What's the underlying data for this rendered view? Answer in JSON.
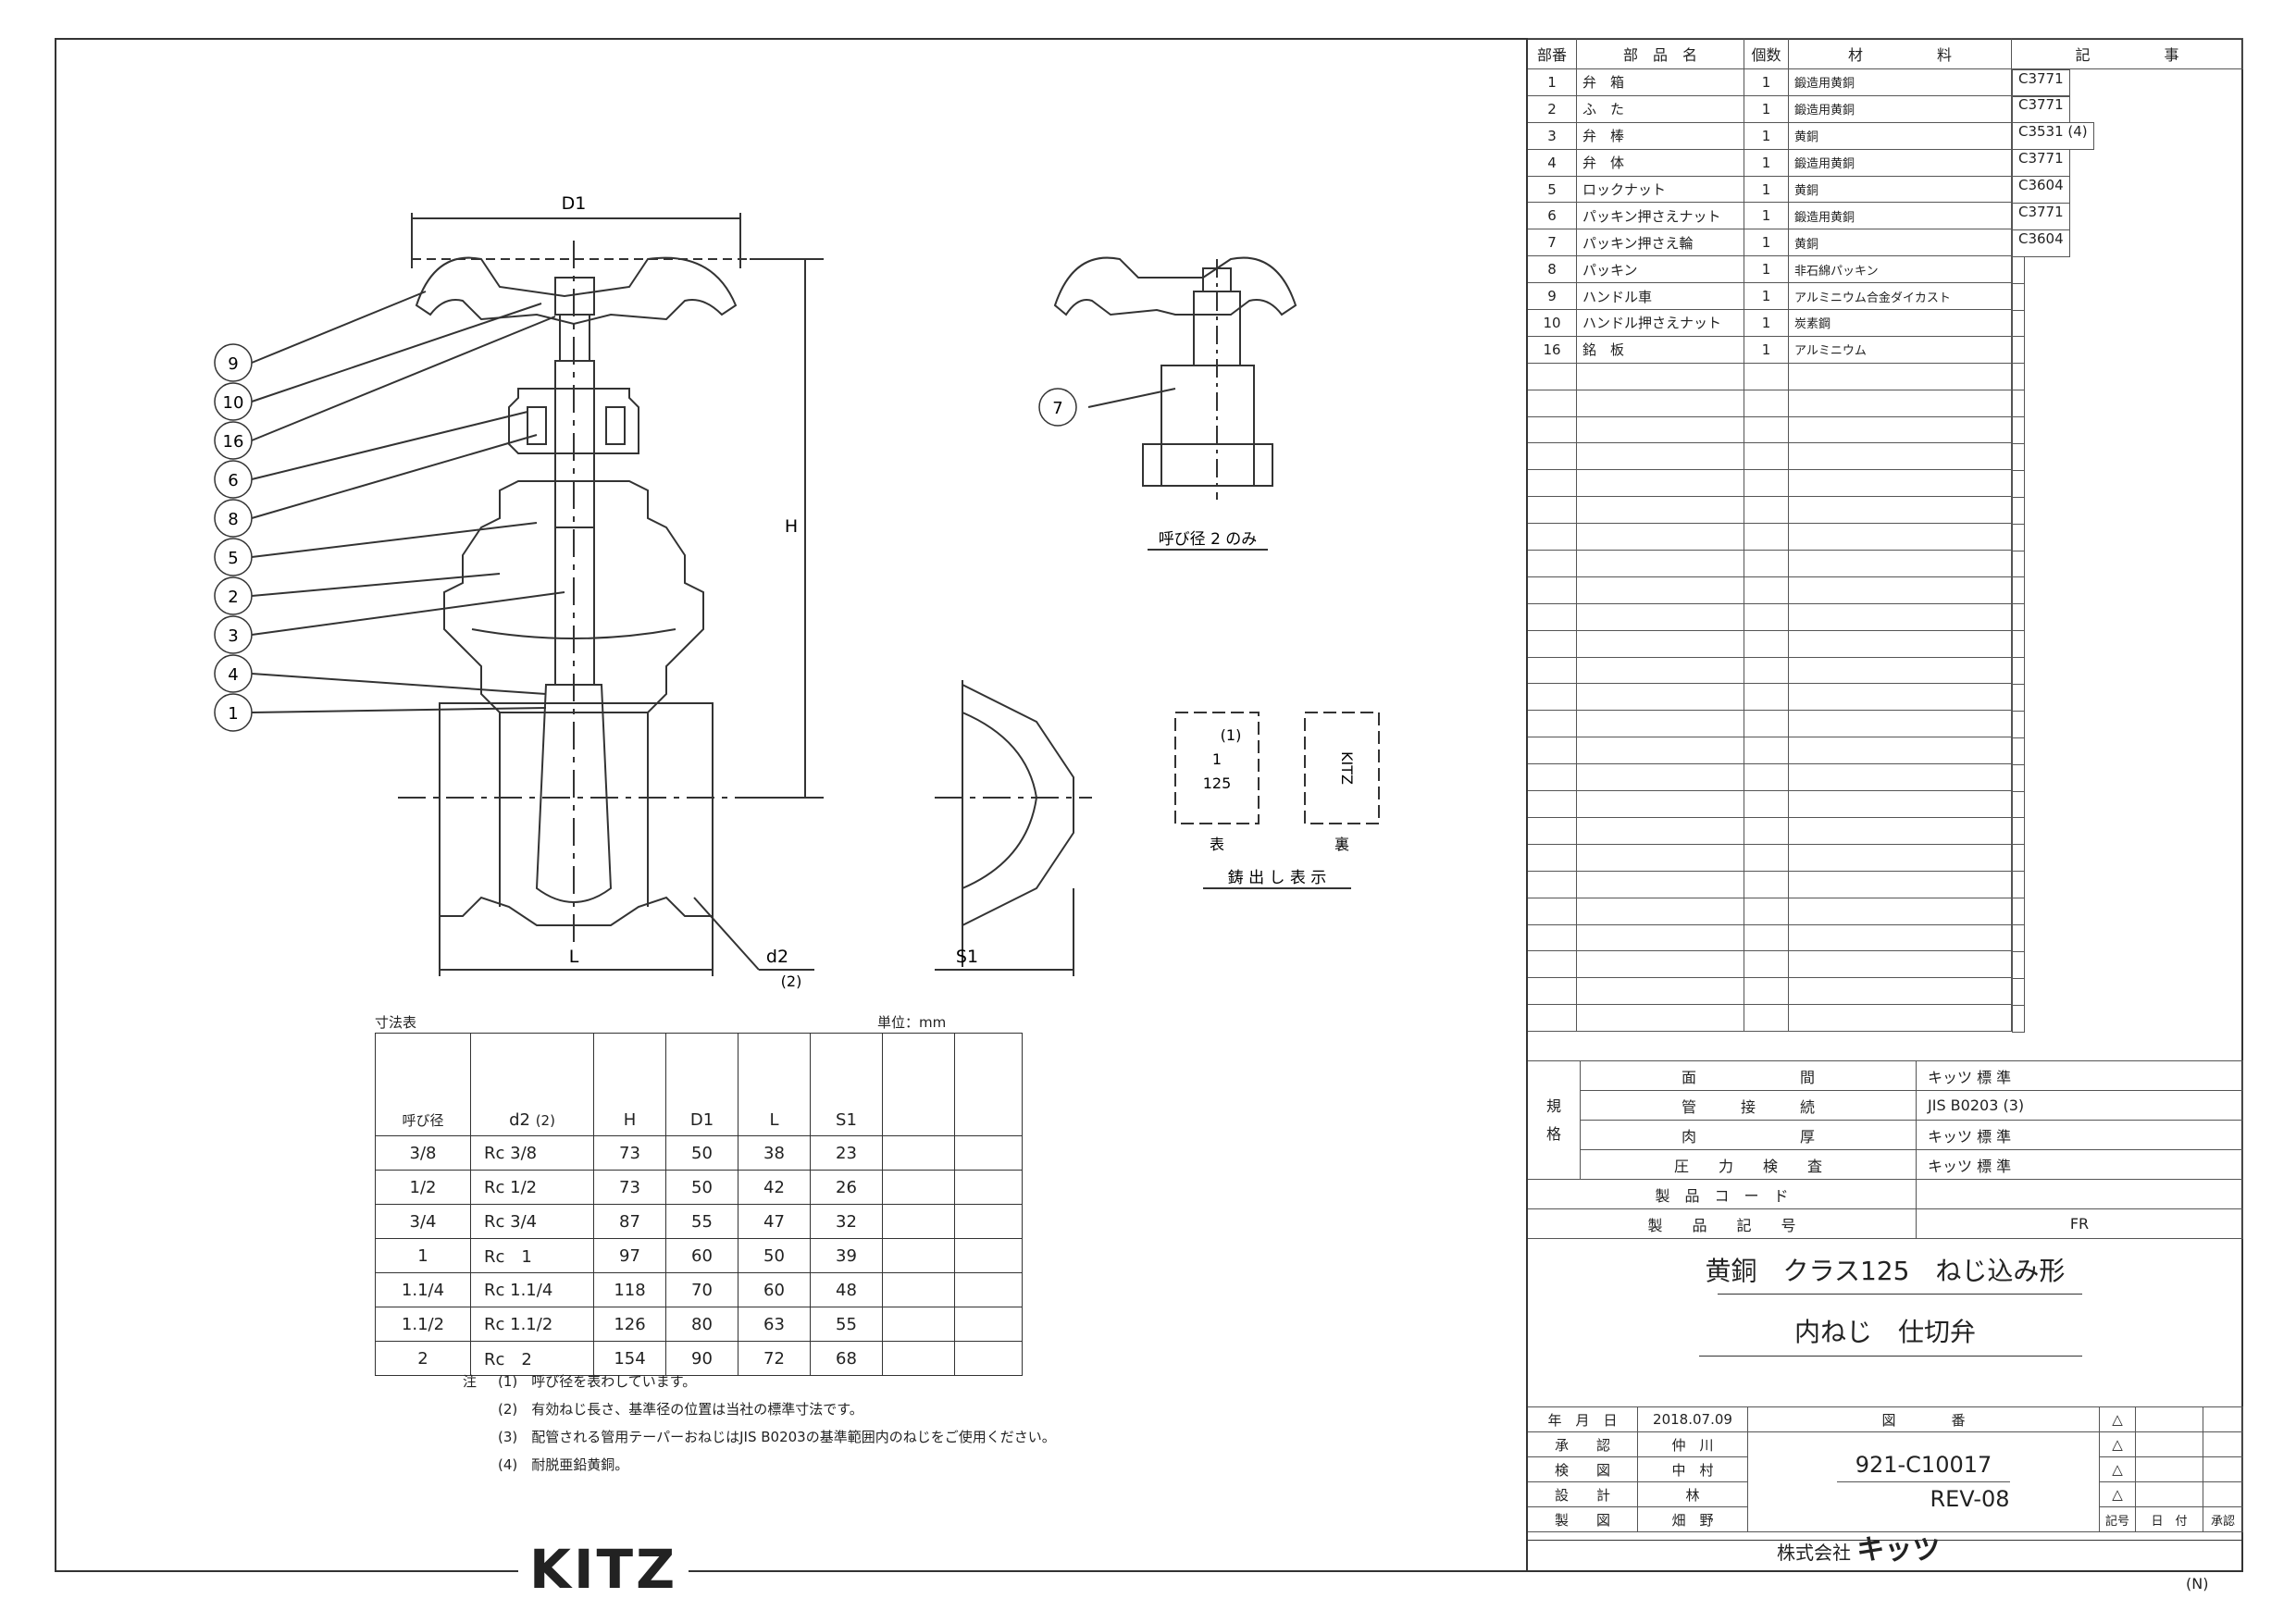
{
  "parts_table": {
    "headers": [
      "部番",
      "部　品　名",
      "個数",
      "材　　　　　料",
      "記　　　　　事"
    ],
    "rows": [
      {
        "no": "1",
        "name": "弁　箱",
        "qty": "1",
        "material": "鍛造用黄銅",
        "note": "C3771"
      },
      {
        "no": "2",
        "name": "ふ　た",
        "qty": "1",
        "material": "鍛造用黄銅",
        "note": "C3771"
      },
      {
        "no": "3",
        "name": "弁　棒",
        "qty": "1",
        "material": "黄銅",
        "note": "C3531 (4)"
      },
      {
        "no": "4",
        "name": "弁　体",
        "qty": "1",
        "material": "鍛造用黄銅",
        "note": "C3771"
      },
      {
        "no": "5",
        "name": "ロックナット",
        "qty": "1",
        "material": "黄銅",
        "note": "C3604"
      },
      {
        "no": "6",
        "name": "パッキン押さえナット",
        "qty": "1",
        "material": "鍛造用黄銅",
        "note": "C3771"
      },
      {
        "no": "7",
        "name": "パッキン押さえ輪",
        "qty": "1",
        "material": "黄銅",
        "note": "C3604"
      },
      {
        "no": "8",
        "name": "パッキン",
        "qty": "1",
        "material": "非石綿パッキン",
        "note": ""
      },
      {
        "no": "9",
        "name": "ハンドル車",
        "qty": "1",
        "material": "アルミニウム合金ダイカスト",
        "note": ""
      },
      {
        "no": "10",
        "name": "ハンドル押さえナット",
        "qty": "1",
        "material": "炭素鋼",
        "note": ""
      },
      {
        "no": "16",
        "name": "銘　板",
        "qty": "1",
        "material": "アルミニウム",
        "note": ""
      }
    ]
  },
  "spec": {
    "label": "規\n格",
    "rows": [
      {
        "item": "面　　　　　　　間",
        "value": "キッツ 標 準"
      },
      {
        "item": "管　　　接　　　続",
        "value": "JIS B0203 (3)"
      },
      {
        "item": "肉　　　　　　　厚",
        "value": "キッツ 標 準"
      },
      {
        "item": "圧　　力　　検　　査",
        "value": "キッツ 標 準"
      },
      {
        "item": "製　品　コ　ー　ド",
        "value": ""
      },
      {
        "item": "製　　品　　記　　号",
        "value": "FR"
      }
    ]
  },
  "title": {
    "line1": "黄銅　クラス125　ねじ込み形",
    "line2": "内ねじ　仕切弁"
  },
  "title_block": {
    "date_label": "年　月　日",
    "date": "2018.07.09",
    "approve_label": "承　　認",
    "approve": "仲　川",
    "check_label": "検　　図",
    "check": "中　村",
    "design_label": "設　　計",
    "design": "林",
    "draw_label": "製　　図",
    "draw": "畑　野",
    "drawing_no_label": "図　　　　番",
    "drawing_no": "921-C10017",
    "rev": "REV-08",
    "rev_cols": [
      "記号",
      "日　付",
      "承認"
    ],
    "company": "株式会社",
    "company_brand": "キッツ"
  },
  "dims_table": {
    "caption": "寸法表",
    "unit": "単位：mm",
    "headers": [
      "呼び径",
      "d2",
      "(2)",
      "H",
      "D1",
      "L",
      "S1"
    ],
    "rows": [
      [
        "3/8",
        "Rc 3/8",
        "73",
        "50",
        "38",
        "23"
      ],
      [
        "1/2",
        "Rc 1/2",
        "73",
        "50",
        "42",
        "26"
      ],
      [
        "3/4",
        "Rc 3/4",
        "87",
        "55",
        "47",
        "32"
      ],
      [
        "1",
        "Rc　1",
        "97",
        "60",
        "50",
        "39"
      ],
      [
        "1.1/4",
        "Rc 1.1/4",
        "118",
        "70",
        "60",
        "48"
      ],
      [
        "1.1/2",
        "Rc 1.1/2",
        "126",
        "80",
        "63",
        "55"
      ],
      [
        "2",
        "Rc　2",
        "154",
        "90",
        "72",
        "68"
      ]
    ]
  },
  "notes": {
    "prefix": "注",
    "items": [
      "(1)　呼び径を表わしています。",
      "(2)　有効ねじ長さ、基準径の位置は当社の標準寸法です。",
      "(3)　配管される管用テーパーおねじはJIS B0203の基準範囲内のねじをご使用ください。",
      "(4)　耐脱亜鉛黄銅。"
    ]
  },
  "drawing": {
    "dim_D1": "D1",
    "dim_H": "H",
    "dim_L": "L",
    "dim_d2": "d2",
    "dim_d2_note": "(2)",
    "dim_S1": "S1",
    "balloons": [
      "9",
      "10",
      "16",
      "6",
      "8",
      "5",
      "2",
      "3",
      "4",
      "1"
    ],
    "balloon_7": "7",
    "size2_note": "呼び径 2 のみ",
    "cast_front_1": "(1)",
    "cast_front_2": "1",
    "cast_front_3": "125",
    "cast_back": "KITZ",
    "cast_front_label": "表",
    "cast_back_label": "裏",
    "cast_caption": "鋳 出 し 表 示"
  },
  "logo": "KITZ",
  "corner_mark": "(N)"
}
